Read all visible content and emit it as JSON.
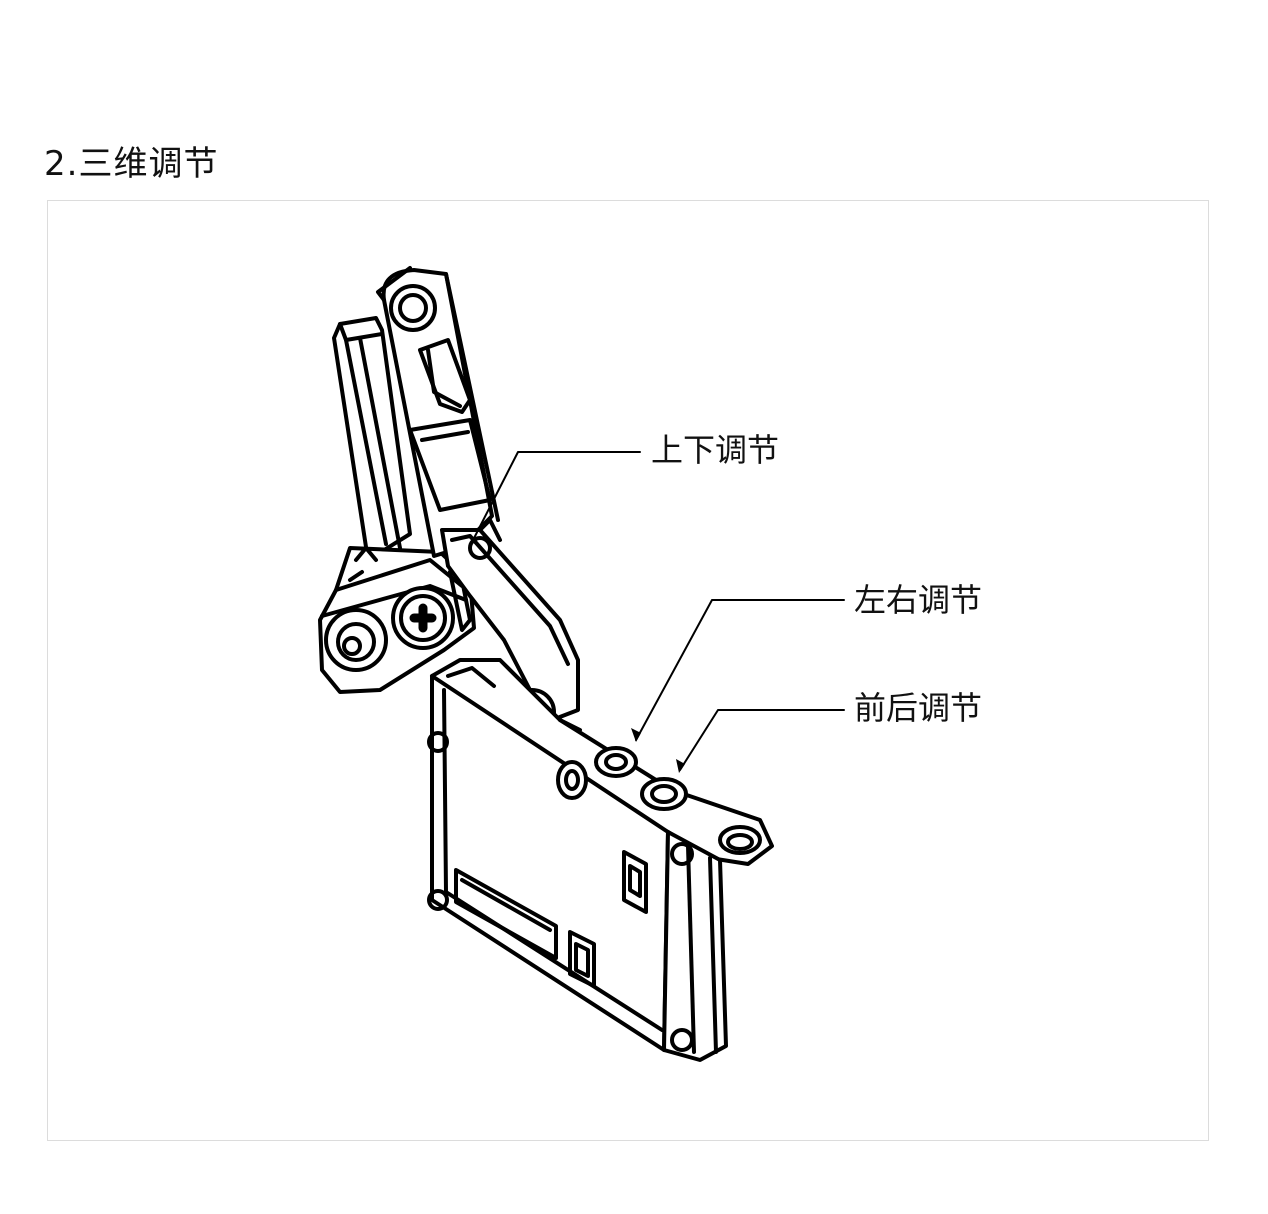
{
  "section": {
    "title": "2.三维调节"
  },
  "figure": {
    "subject_icon": "cabinet-hinge-line-drawing",
    "line_color": "#000000",
    "frame_border_color": "#dcdcdc",
    "callouts": {
      "vertical": "上下调节",
      "lateral": "左右调节",
      "depth": "前后调节"
    }
  }
}
